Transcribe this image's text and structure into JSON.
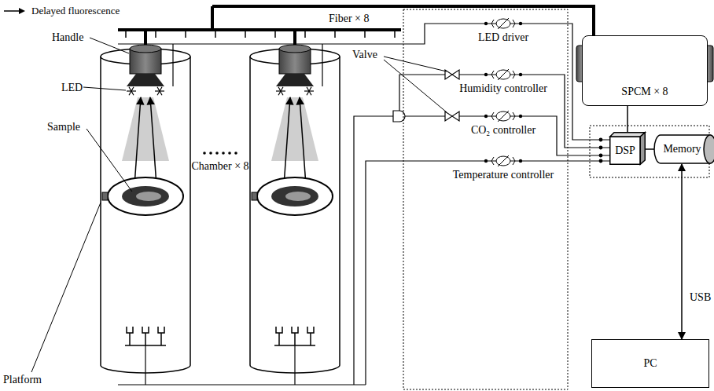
{
  "diagram": {
    "nodes": [
      {
        "text": [
          "SPCM × 8"
        ]
      },
      {
        "text": [
          "DSP"
        ]
      },
      {
        "text": [
          "Memory"
        ]
      },
      {
        "text": [
          "PC"
        ]
      }
    ],
    "edges": [
      {
        "from": 0,
        "to": 1,
        "arrow": "none"
      },
      {
        "from": 1,
        "to": 2,
        "arrow": "none"
      },
      {
        "from": 2,
        "to": 3,
        "label": "USB",
        "arrow": "both"
      }
    ],
    "labels": [
      "Fiber × 8",
      "Handle",
      "LED",
      "Sample",
      "Platform",
      "Chamber × 8",
      "Valve",
      "LED driver",
      "Humidity controller",
      "CO₂ controller",
      "Temperature controller"
    ],
    "legend": [
      {
        "text": "Delayed fluorescence"
      }
    ]
  }
}
